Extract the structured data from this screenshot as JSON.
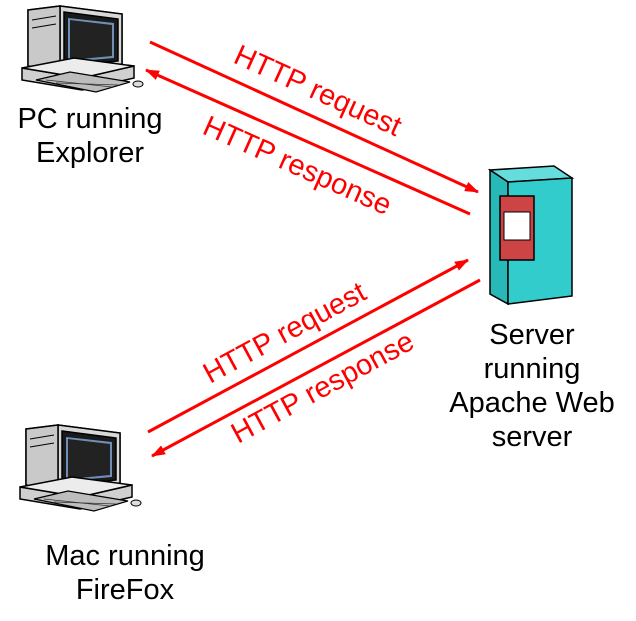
{
  "colors": {
    "arrow": "#ff0000",
    "server_body": "#33cccc",
    "server_slot": "#cc3333"
  },
  "clients": {
    "pc": {
      "line1": "PC running",
      "line2": "Explorer",
      "icon": "desktop-computer-icon"
    },
    "mac": {
      "line1": "Mac running",
      "line2": "FireFox",
      "icon": "desktop-computer-icon"
    }
  },
  "server": {
    "line1": "Server",
    "line2": "running",
    "line3": "Apache Web",
    "line4": "server",
    "icon": "server-tower-icon"
  },
  "arrows": {
    "pc_request": "HTTP request",
    "pc_response": "HTTP response",
    "mac_request": "HTTP request",
    "mac_response": "HTTP response"
  }
}
